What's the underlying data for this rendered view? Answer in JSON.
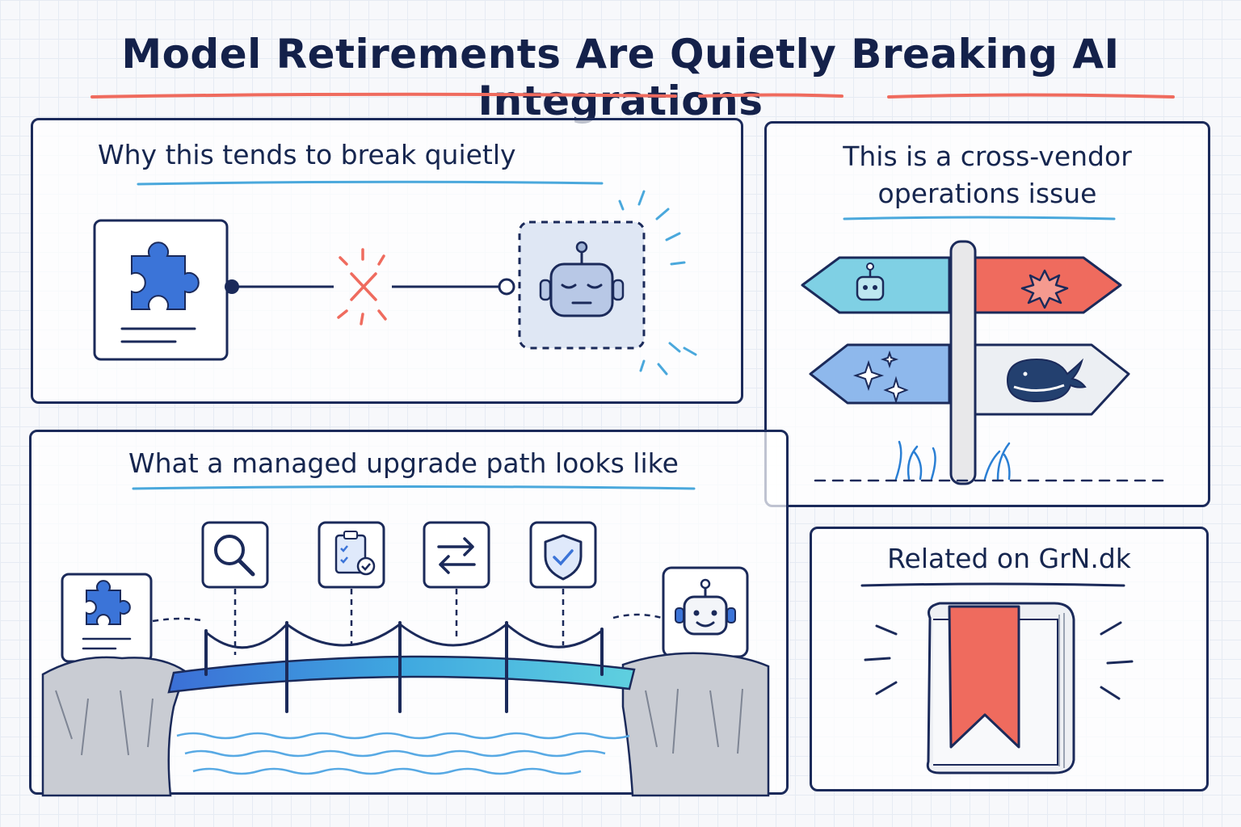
{
  "title": "Model Retirements Are Quietly Breaking AI Integrations",
  "panels": {
    "quiet": {
      "heading": "Why this tends to break quietly"
    },
    "vendor": {
      "heading_line1": "This is a cross-vendor",
      "heading_line2": "operations issue"
    },
    "upgrade": {
      "heading": "What a managed upgrade path looks like"
    },
    "related": {
      "heading": "Related on GrN.dk"
    }
  },
  "icons": {
    "quiet": [
      "puzzle-piece-document-icon",
      "broken-connection-x-icon",
      "sleeping-robot-icon"
    ],
    "vendor": [
      "robot-icon",
      "starburst-icon",
      "sparkles-icon",
      "whale-icon"
    ],
    "upgrade": [
      "search-icon",
      "clipboard-check-icon",
      "swap-arrows-icon",
      "shield-check-icon",
      "happy-robot-icon"
    ],
    "related": [
      "bookmarked-book-icon"
    ]
  },
  "colors": {
    "ink": "#1b2a5a",
    "accent_red": "#ef6b5e",
    "accent_blue": "#3b74d8",
    "accent_cyan": "#57c3dd",
    "underline_blue": "#4aa8dc"
  }
}
